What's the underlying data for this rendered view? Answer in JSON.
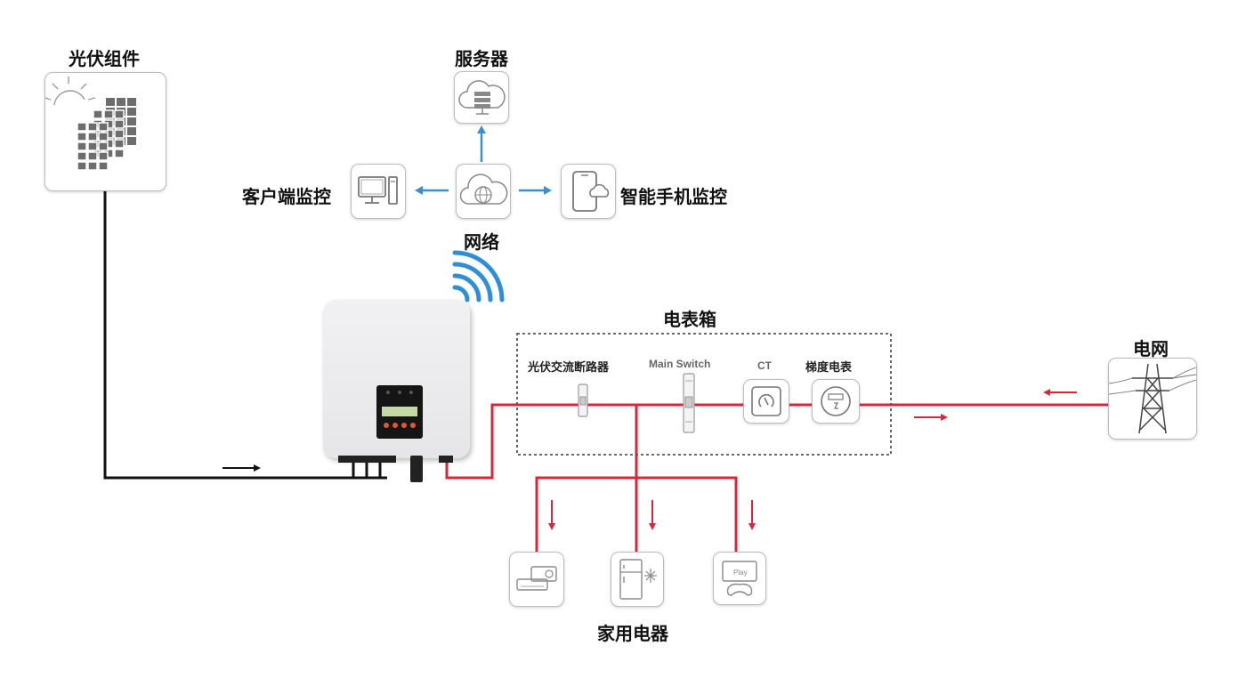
{
  "labels": {
    "pv_module": "光伏组件",
    "server": "服务器",
    "client_monitor": "客户端监控",
    "network": "网络",
    "smartphone_monitor": "智能手机监控",
    "meter_box": "电表箱",
    "pv_ac_breaker": "光伏交流断路器",
    "main_switch": "Main Switch",
    "ct": "CT",
    "tiered_meter": "梯度电表",
    "grid": "电网",
    "appliances": "家用电器",
    "play_text": "Play"
  },
  "colors": {
    "power_line": "#d9263a",
    "dc_line": "#111111",
    "network_arrow": "#3a8fd0",
    "wifi": "#2f8fd6",
    "box_border": "#bdbdbd"
  },
  "icons": [
    "solar-panel-icon",
    "cloud-server-icon",
    "computer-icon",
    "globe-network-icon",
    "smartphone-icon",
    "inverter-icon",
    "wifi-icon",
    "breaker-icon",
    "main-switch-icon",
    "ct-icon",
    "meter-icon",
    "transmission-tower-icon",
    "air-conditioner-icon",
    "refrigerator-icon",
    "game-console-icon"
  ]
}
